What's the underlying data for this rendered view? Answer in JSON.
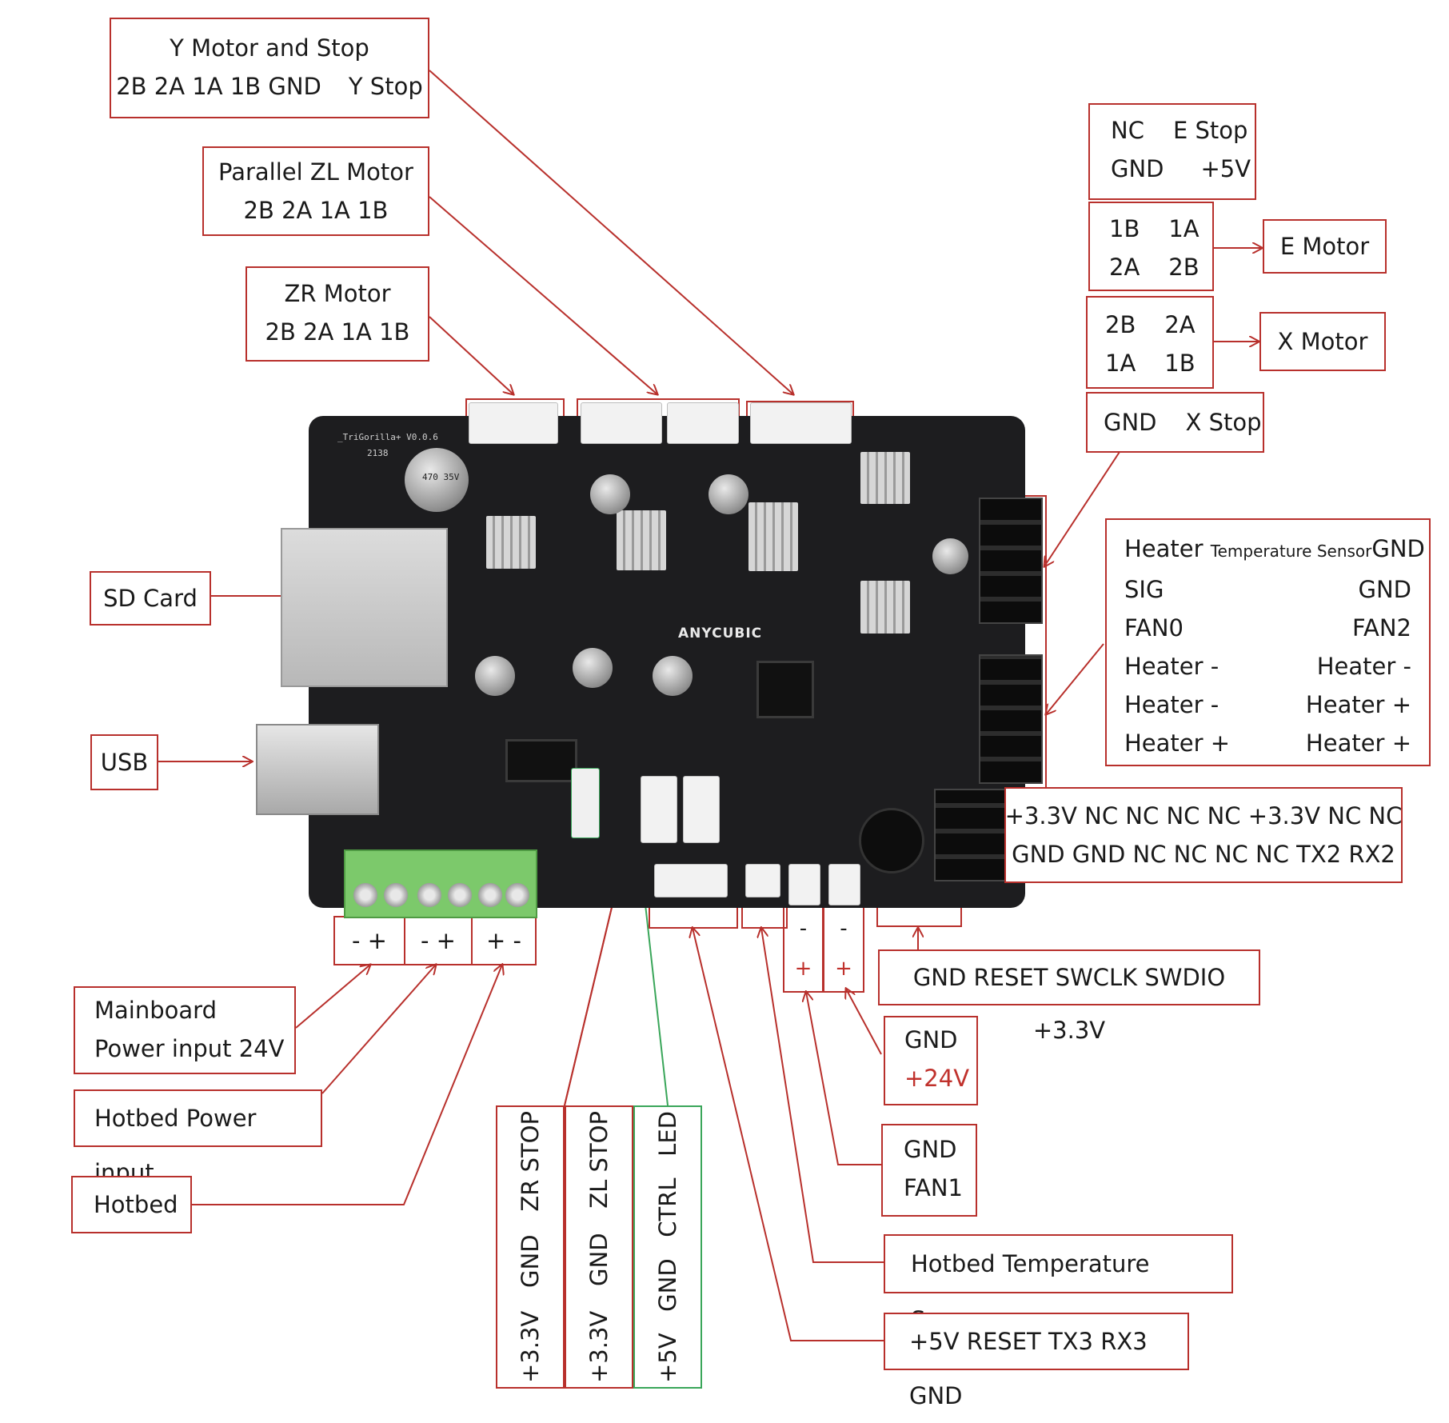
{
  "board": {
    "brand": "ANYCUBIC",
    "model": "_TriGorilla+ V0.0.6",
    "date_code": "2138",
    "main_cap": "470 35V"
  },
  "labels": {
    "y_motor_title": "Y Motor and Stop",
    "y_motor_pins": "2B 2A 1A 1B GND",
    "y_motor_stop": "Y Stop",
    "zl_title": "Parallel ZL Motor",
    "zl_pins": "2B 2A 1A 1B",
    "zr_title": "ZR Motor",
    "zr_pins": "2B 2A 1A 1B",
    "estop": {
      "r1": [
        "NC",
        "E Stop"
      ],
      "r2": [
        "GND",
        "+5V"
      ]
    },
    "emotor_pins": {
      "r1": [
        "1B",
        "1A"
      ],
      "r2": [
        "2A",
        "2B"
      ]
    },
    "emotor_name": "E Motor",
    "xmotor_pins": {
      "r1": [
        "2B",
        "2A"
      ],
      "r2": [
        "1A",
        "1B"
      ]
    },
    "xmotor_name": "X Motor",
    "xstop": [
      "GND",
      "X Stop"
    ],
    "heater": {
      "r1_left": "Heater",
      "r1_mid": "Temperature Sensor",
      "r1_right": "GND",
      "rows": [
        [
          "SIG",
          "GND"
        ],
        [
          "FAN0",
          "FAN2"
        ],
        [
          "Heater -",
          "Heater -"
        ],
        [
          "Heater -",
          "Heater +"
        ],
        [
          "Heater +",
          "Heater +"
        ]
      ]
    },
    "exp_r1": "+3.3V NC NC NC NC +3.3V NC NC",
    "exp_r2": "GND GND NC NC NC NC TX2 RX2",
    "swd": "GND RESET SWCLK SWDIO +3.3V",
    "sd_card": "SD Card",
    "usb": "USB",
    "mainboard_power": [
      "Mainboard",
      "Power input 24V"
    ],
    "hotbed_power": "Hotbed Power input",
    "hotbed": "Hotbed",
    "gnd24": [
      "GND",
      "+24V"
    ],
    "fan1": [
      "GND",
      "FAN1"
    ],
    "hotbed_temp": "Hotbed Temperature Sensor",
    "uart3": "+5V RESET TX3 RX3 GND",
    "zr_stop": [
      "+3.3V",
      "GND",
      "ZR STOP"
    ],
    "zl_stop": [
      "+3.3V",
      "GND",
      "ZL STOP"
    ],
    "led": [
      "+5V",
      "GND",
      "CTRL",
      "LED"
    ],
    "terminal_polarity": [
      "- +",
      "- +",
      "+ -"
    ],
    "fan_polarity_minus": [
      "-",
      "-"
    ],
    "fan_polarity_plus": [
      "+",
      "+"
    ]
  },
  "colors": {
    "label_border": "#b8302c",
    "led_border": "#3aa65a",
    "board": "#1d1d1f",
    "terminal": "#7cc96b"
  }
}
